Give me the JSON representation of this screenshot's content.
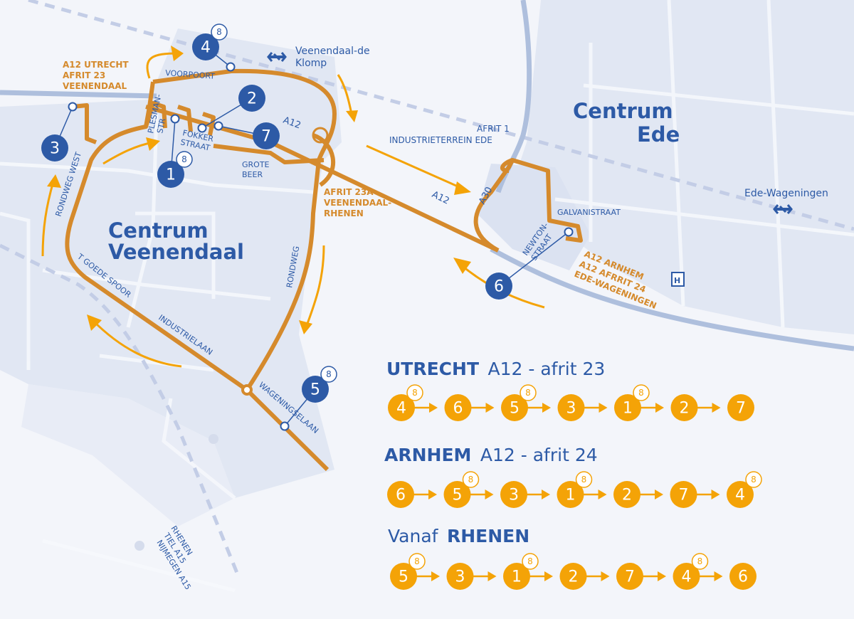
{
  "colors": {
    "route": "#d58a2c",
    "stop": "#f4a307",
    "marker": "#2d5aa6",
    "area": "#e1e7f3",
    "highway": "#aebfdd",
    "bg": "#f3f5fa"
  },
  "places": {
    "centrum_veenendaal_1": "Centrum",
    "centrum_veenendaal_2": "Veenendaal",
    "centrum_ede_1": "Centrum",
    "centrum_ede_2": "Ede"
  },
  "stations": {
    "klomp_1": "Veenendaal-de",
    "klomp_2": "Klomp",
    "ede_wageningen": "Ede-Wageningen",
    "icon": "train-station-icon"
  },
  "streets": {
    "voorpoort": "VOORPOORT",
    "plesman_1": "PLESMAN-",
    "plesman_2": "STR",
    "fokker_1": "FOKKER",
    "fokker_2": "STRAAT",
    "grote_beer_1": "GROTE",
    "grote_beer_2": "BEER",
    "rondweg_west": "RONDWEG WEST",
    "rondweg": "RONDWEG",
    "goede_spoor": "T GOEDE SPOOR",
    "industrielaan": "INDUSTRIELAAN",
    "wageningselaan": "WAGENINGSELAAN",
    "galvanistraat": "GALVANISTRAAT",
    "newton_1": "NEWTON-",
    "newton_2": "STRAAT",
    "a12_1": "A12",
    "a12_2": "A12",
    "a30": "A30",
    "afrit1_1": "AFRIT 1",
    "afrit1_2": "INDUSTRIETERREIN EDE",
    "rhenen_1": "RHENEN",
    "rhenen_2": "TIEL A15",
    "rhenen_3": "NIJMEGEN A15",
    "hospital": "H"
  },
  "exits": {
    "utrecht_1": "A12 UTRECHT",
    "utrecht_2": "AFRIT 23",
    "utrecht_3": "VEENENDAAL",
    "rhenen_1": "AFRIT 23A",
    "rhenen_2": "VEENENDAAL-",
    "rhenen_3": "RHENEN",
    "arnhem_1": "A12 ARNHEM",
    "arnhem_2": "A12 AFRRIT 24",
    "arnhem_3": "EDE-WAGENINGEN"
  },
  "markers": [
    {
      "n": "1",
      "badge": "8"
    },
    {
      "n": "2",
      "badge": null
    },
    {
      "n": "3",
      "badge": null
    },
    {
      "n": "4",
      "badge": "8"
    },
    {
      "n": "5",
      "badge": "8"
    },
    {
      "n": "6",
      "badge": null
    },
    {
      "n": "7",
      "badge": null
    }
  ],
  "routes": [
    {
      "title_bold": "UTRECHT",
      "title_rest": "A12 - afrit 23",
      "bold_first": true,
      "stops": [
        {
          "n": "4",
          "badge": "8"
        },
        {
          "n": "6"
        },
        {
          "n": "5",
          "badge": "8"
        },
        {
          "n": "3"
        },
        {
          "n": "1",
          "badge": "8"
        },
        {
          "n": "2"
        },
        {
          "n": "7"
        }
      ]
    },
    {
      "title_bold": "ARNHEM",
      "title_rest": "A12 - afrit 24",
      "bold_first": true,
      "stops": [
        {
          "n": "6"
        },
        {
          "n": "5",
          "badge": "8"
        },
        {
          "n": "3"
        },
        {
          "n": "1",
          "badge": "8"
        },
        {
          "n": "2"
        },
        {
          "n": "7"
        },
        {
          "n": "4",
          "badge": "8"
        }
      ]
    },
    {
      "title_bold": "RHENEN",
      "title_rest": "Vanaf",
      "bold_first": false,
      "stops": [
        {
          "n": "5",
          "badge": "8"
        },
        {
          "n": "3"
        },
        {
          "n": "1",
          "badge": "8"
        },
        {
          "n": "2"
        },
        {
          "n": "7"
        },
        {
          "n": "4",
          "badge": "8"
        },
        {
          "n": "6"
        }
      ]
    }
  ]
}
